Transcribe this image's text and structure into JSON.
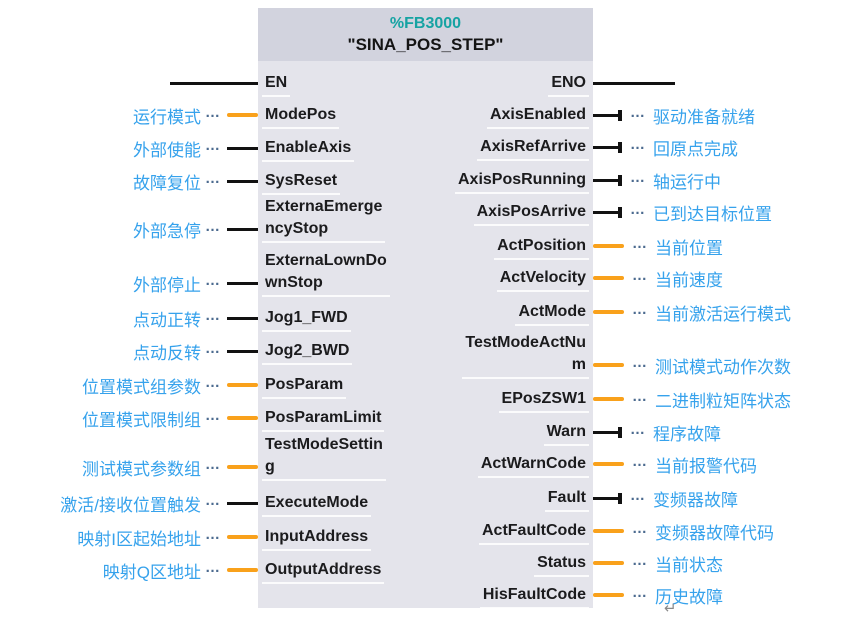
{
  "colors": {
    "accent_teal": "#16A3A3",
    "label_blue": "#36A2EC",
    "wire_orange": "#F9A11B",
    "wire_black": "#121212",
    "header_bg": "#D2D3DE",
    "body_bg": "#E4E4EB"
  },
  "glyphs": {
    "dots": "…",
    "return_mark": "↵"
  },
  "block": {
    "instance_name": "%FB3000",
    "block_title": "\"SINA_POS_STEP\"",
    "en": {
      "pin": "EN"
    },
    "eno": {
      "pin": "ENO"
    },
    "inputs": [
      {
        "pin": "ModePos",
        "label": "运行模式",
        "wire": "orange"
      },
      {
        "pin": "EnableAxis",
        "label": "外部使能",
        "wire": "black"
      },
      {
        "pin": "SysReset",
        "label": "故障复位",
        "wire": "black"
      },
      {
        "pin": "ExternaEmerge\nncyStop",
        "label": "外部急停",
        "wire": "black"
      },
      {
        "pin": "ExternaLownDo\nwnStop",
        "label": "外部停止",
        "wire": "black"
      },
      {
        "pin": "Jog1_FWD",
        "label": "点动正转",
        "wire": "black"
      },
      {
        "pin": "Jog2_BWD",
        "label": "点动反转",
        "wire": "black"
      },
      {
        "pin": "PosParam",
        "label": "位置模式组参数",
        "wire": "orange"
      },
      {
        "pin": "PosParamLimit",
        "label": "位置模式限制组",
        "wire": "orange"
      },
      {
        "pin": "TestModeSettin\ng",
        "label": "测试模式参数组",
        "wire": "orange"
      },
      {
        "pin": "ExecuteMode",
        "label": "激活/接收位置触发",
        "wire": "black"
      },
      {
        "pin": "InputAddress",
        "label": "映射I区起始地址",
        "wire": "orange"
      },
      {
        "pin": "OutputAddress",
        "label": "映射Q区地址",
        "wire": "orange"
      }
    ],
    "outputs": [
      {
        "pin": "AxisEnabled",
        "label": "驱动准备就绪",
        "wire": "black"
      },
      {
        "pin": "AxisRefArrive",
        "label": "回原点完成",
        "wire": "black"
      },
      {
        "pin": "AxisPosRunning",
        "label": "轴运行中",
        "wire": "black"
      },
      {
        "pin": "AxisPosArrive",
        "label": "已到达目标位置",
        "wire": "black"
      },
      {
        "pin": "ActPosition",
        "label": "当前位置",
        "wire": "orange"
      },
      {
        "pin": "ActVelocity",
        "label": "当前速度",
        "wire": "orange"
      },
      {
        "pin": "ActMode",
        "label": "当前激活运行模式",
        "wire": "orange"
      },
      {
        "pin": "TestModeActNu\nm",
        "label": "测试模式动作次数",
        "wire": "orange"
      },
      {
        "pin": "EPosZSW1",
        "label": "二进制粒矩阵状态",
        "wire": "orange"
      },
      {
        "pin": "Warn",
        "label": "程序故障",
        "wire": "black"
      },
      {
        "pin": "ActWarnCode",
        "label": "当前报警代码",
        "wire": "orange"
      },
      {
        "pin": "Fault",
        "label": "变频器故障",
        "wire": "black"
      },
      {
        "pin": "ActFaultCode",
        "label": "变频器故障代码",
        "wire": "orange"
      },
      {
        "pin": "Status",
        "label": "当前状态",
        "wire": "orange"
      },
      {
        "pin": "HisFaultCode",
        "label": "历史故障",
        "wire": "orange"
      }
    ]
  }
}
